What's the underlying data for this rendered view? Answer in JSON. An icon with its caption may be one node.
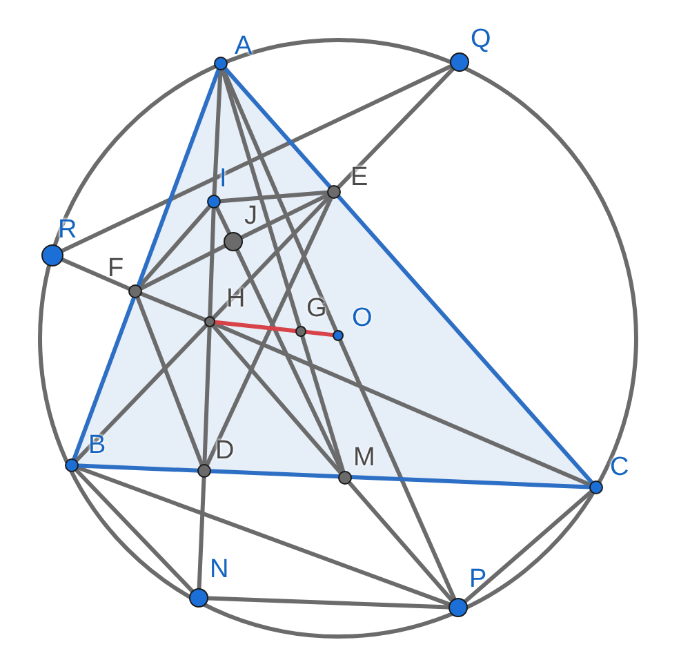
{
  "diagram": {
    "nodes": [
      {
        "text": [
          "A"
        ]
      },
      {
        "text": [
          "Q"
        ]
      },
      {
        "text": [
          "E"
        ]
      },
      {
        "text": [
          "I"
        ]
      },
      {
        "text": [
          "R"
        ]
      },
      {
        "text": [
          "J"
        ]
      },
      {
        "text": [
          "F"
        ]
      },
      {
        "text": [
          "H"
        ]
      },
      {
        "text": [
          "G"
        ]
      },
      {
        "text": [
          "O"
        ]
      },
      {
        "text": [
          "B"
        ]
      },
      {
        "text": [
          "D"
        ]
      },
      {
        "text": [
          "M"
        ]
      },
      {
        "text": [
          "C"
        ]
      },
      {
        "text": [
          "N"
        ]
      },
      {
        "text": [
          "P"
        ]
      }
    ],
    "edges": [
      {
        "from": 0,
        "to": 10,
        "arrow": "none",
        "color": "#2d6fc4"
      },
      {
        "from": 0,
        "to": 13,
        "arrow": "none",
        "color": "#2d6fc4"
      },
      {
        "from": 10,
        "to": 13,
        "arrow": "none",
        "color": "#2d6fc4"
      },
      {
        "from": 4,
        "to": 1,
        "arrow": "none"
      },
      {
        "from": 1,
        "to": 2,
        "arrow": "none"
      },
      {
        "from": 4,
        "to": 6,
        "arrow": "none"
      },
      {
        "from": 6,
        "to": 7,
        "arrow": "none"
      },
      {
        "from": 7,
        "to": 13,
        "arrow": "none"
      },
      {
        "from": 6,
        "to": 5,
        "arrow": "none"
      },
      {
        "from": 5,
        "to": 2,
        "arrow": "none"
      },
      {
        "from": 3,
        "to": 2,
        "arrow": "none"
      },
      {
        "from": 3,
        "to": 6,
        "arrow": "none"
      },
      {
        "from": 0,
        "to": 3,
        "arrow": "none"
      },
      {
        "from": 3,
        "to": 7,
        "arrow": "none"
      },
      {
        "from": 7,
        "to": 11,
        "arrow": "none"
      },
      {
        "from": 11,
        "to": 14,
        "arrow": "none"
      },
      {
        "from": 3,
        "to": 5,
        "arrow": "none"
      },
      {
        "from": 5,
        "to": 12,
        "arrow": "none"
      },
      {
        "from": 0,
        "to": 8,
        "arrow": "none"
      },
      {
        "from": 8,
        "to": 12,
        "arrow": "none"
      },
      {
        "from": 0,
        "to": 9,
        "arrow": "none"
      },
      {
        "from": 9,
        "to": 15,
        "arrow": "none"
      },
      {
        "from": 10,
        "to": 7,
        "arrow": "none"
      },
      {
        "from": 7,
        "to": 2,
        "arrow": "none"
      },
      {
        "from": 2,
        "to": 11,
        "arrow": "none"
      },
      {
        "from": 6,
        "to": 11,
        "arrow": "none"
      },
      {
        "from": 7,
        "to": 12,
        "arrow": "none"
      },
      {
        "from": 10,
        "to": 14,
        "arrow": "none"
      },
      {
        "from": 10,
        "to": 15,
        "arrow": "none"
      },
      {
        "from": 14,
        "to": 15,
        "arrow": "none"
      },
      {
        "from": 12,
        "to": 15,
        "arrow": "none"
      },
      {
        "from": 13,
        "to": 15,
        "arrow": "none"
      },
      {
        "from": 7,
        "to": 8,
        "arrow": "none",
        "color": "#d8434a"
      },
      {
        "from": 8,
        "to": 9,
        "arrow": "none",
        "color": "#d8434a"
      }
    ]
  }
}
